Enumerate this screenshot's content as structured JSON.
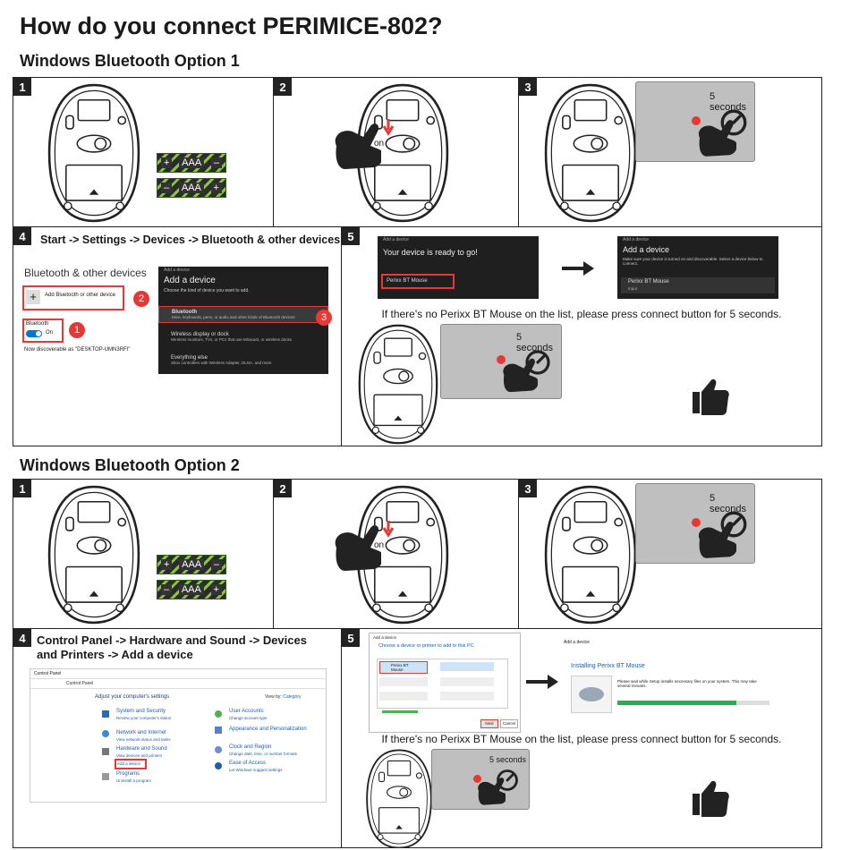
{
  "title": "How do you connect PERIMICE-802?",
  "option1": {
    "heading": "Windows Bluetooth Option 1",
    "steps": {
      "s1": "1",
      "s2": "2",
      "s3": "3",
      "s4": "4",
      "s5": "5"
    },
    "step2_on_label": "on",
    "step3_seconds": "5 seconds",
    "battery1": {
      "plus": "+",
      "label": "AAA",
      "minus": "–"
    },
    "battery2": {
      "minus": "–",
      "label": "AAA",
      "plus": "+"
    },
    "step4_title": "Start -> Settings -> Devices -> Bluetooth & other devices",
    "settings": {
      "heading": "Bluetooth & other devices",
      "add_label": "Add Bluetooth or other device",
      "bt_label": "Bluetooth",
      "bt_state": "On",
      "discoverable": "Now discoverable as \"DESKTOP-UMN3RFI\""
    },
    "add_device_panel": {
      "window_title": "Add a device",
      "title": "Add a device",
      "subtitle": "Choose the kind of device you want to add.",
      "items": [
        {
          "name": "Bluetooth",
          "desc": "Mice, keyboards, pens, or audio and other kinds of Bluetooth devices"
        },
        {
          "name": "Wireless display or dock",
          "desc": "Wireless monitors, TVs, or PCs that use Miracast, or wireless docks"
        },
        {
          "name": "Everything else",
          "desc": "Xbox controllers with Wireless Adapter, DLNA, and more"
        }
      ]
    },
    "badges": [
      "1",
      "2",
      "3"
    ],
    "step5": {
      "ready_window_title": "Add a device",
      "ready_text": "Your device is ready to go!",
      "ready_device": "Perixx BT Mouse",
      "add_window_title": "Add a device",
      "add_title": "Add a device",
      "add_sub": "Make sure your device is turned on and discoverable. Select a device below to connect.",
      "add_device": "Perixx BT Mouse",
      "add_device_sub": "Input",
      "note": "If there's no Perixx BT Mouse on the list, please press connect button for 5 seconds.",
      "seconds": "5 seconds"
    }
  },
  "option2": {
    "heading": "Windows Bluetooth Option 2",
    "steps": {
      "s1": "1",
      "s2": "2",
      "s3": "3",
      "s4": "4",
      "s5": "5"
    },
    "step2_on_label": "on",
    "step3_seconds": "5 seconds",
    "battery1": {
      "plus": "+",
      "label": "AAA",
      "minus": "–"
    },
    "battery2": {
      "minus": "–",
      "label": "AAA",
      "plus": "+"
    },
    "step4_title": "Control Panel -> Hardware and Sound -> Devices and Printers -> Add a device",
    "control_panel": {
      "window_title": "Control Panel",
      "breadcrumb": "Control Panel",
      "adjust": "Adjust your computer's settings",
      "view_by": "View by:",
      "view_by_value": "Category",
      "left": [
        {
          "title": "System and Security",
          "sub": "Review your computer's status"
        },
        {
          "title": "Network and Internet",
          "sub": "View network status and tasks"
        },
        {
          "title": "Hardware and Sound",
          "sub": "View devices and printers"
        },
        {
          "title": "Programs",
          "sub": "Uninstall a program"
        }
      ],
      "add_device_link": "Add a device",
      "right": [
        {
          "title": "User Accounts",
          "sub": "Change account type"
        },
        {
          "title": "Appearance and Personalization",
          "sub": ""
        },
        {
          "title": "Clock and Region",
          "sub": "Change date, time, or number formats"
        },
        {
          "title": "Ease of Access",
          "sub": "Let Windows suggest settings"
        }
      ]
    },
    "step5": {
      "window_title": "Add a device",
      "choose": "Choose a device or printer to add to this PC",
      "selected_device": "Perixx BT Mouse",
      "next": "Next",
      "cancel": "Cancel",
      "installing_window": "Add a device",
      "installing": "Installing Perixx BT Mouse",
      "installing_sub": "Please wait while Setup installs necessary files on your system. This may take several minutes.",
      "note": "If there's no Perixx BT Mouse on the list, please press connect button for 5 seconds.",
      "seconds": "5 seconds"
    }
  },
  "colors": {
    "accent_red": "#e53935",
    "battery_green": "#8ac43f",
    "win_blue": "#0078d7"
  }
}
